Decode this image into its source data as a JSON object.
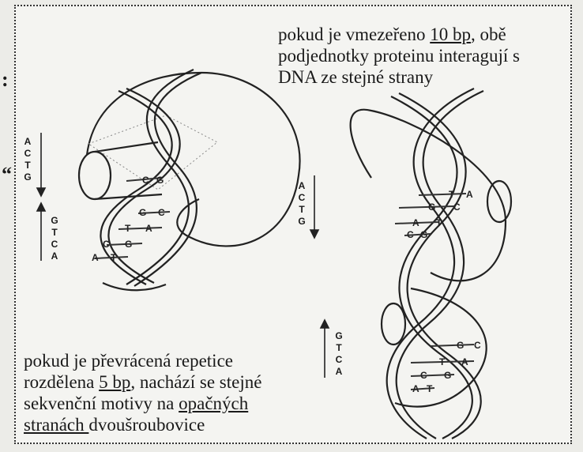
{
  "side_marks": {
    "top": ":",
    "mid": "“"
  },
  "caption_top": {
    "line1_before": "pokud je vmezeřeno ",
    "line1_underlined": "10 bp",
    "line1_after": ", obě",
    "line2": "podjednotky proteinu interagují s",
    "line3": "DNA ze stejné strany"
  },
  "caption_bottom": {
    "line1": "pokud je převrácená repetice",
    "line2_before": "rozdělena ",
    "line2_underlined": "5 bp",
    "line2_after": ", nachází se stejné",
    "line3_before": "sekvenční motivy na ",
    "line3_underlined": "opačných",
    "line4_underlined": "stranách ",
    "line4_after": "dvoušroubovice"
  },
  "left_diagram": {
    "strand_down": [
      "A",
      "C",
      "T",
      "G"
    ],
    "strand_up": [
      "G",
      "T",
      "C",
      "A"
    ],
    "pairs": [
      {
        "l": "C",
        "r": "G"
      },
      {
        "l": "G",
        "r": "C"
      },
      {
        "l": "T",
        "r": "A"
      },
      {
        "l": "C",
        "r": "G"
      },
      {
        "l": "A",
        "r": "T"
      }
    ]
  },
  "right_diagram": {
    "strand_down": [
      "A",
      "C",
      "T",
      "G"
    ],
    "strand_up": [
      "G",
      "T",
      "C",
      "A"
    ],
    "pairs_top": [
      {
        "l": "T",
        "r": "A"
      },
      {
        "l": "G",
        "r": "C"
      },
      {
        "l": "A",
        "r": "T"
      },
      {
        "l": "C",
        "r": "G"
      }
    ],
    "pairs_bottom": [
      {
        "l": "G",
        "r": "C"
      },
      {
        "l": "T",
        "r": "A"
      },
      {
        "l": "C",
        "r": "G"
      },
      {
        "l": "A",
        "r": "T"
      }
    ]
  }
}
